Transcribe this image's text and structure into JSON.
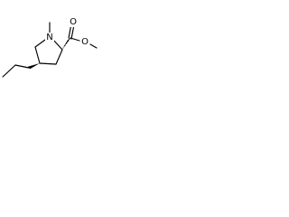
{
  "molecule": {
    "atoms": {
      "ring_nitrogen": "N",
      "carbonyl_oxygen": "O",
      "ester_oxygen": "O"
    },
    "colors": {
      "bond": "#000000",
      "label": "#000000",
      "background": "#ffffff"
    }
  }
}
